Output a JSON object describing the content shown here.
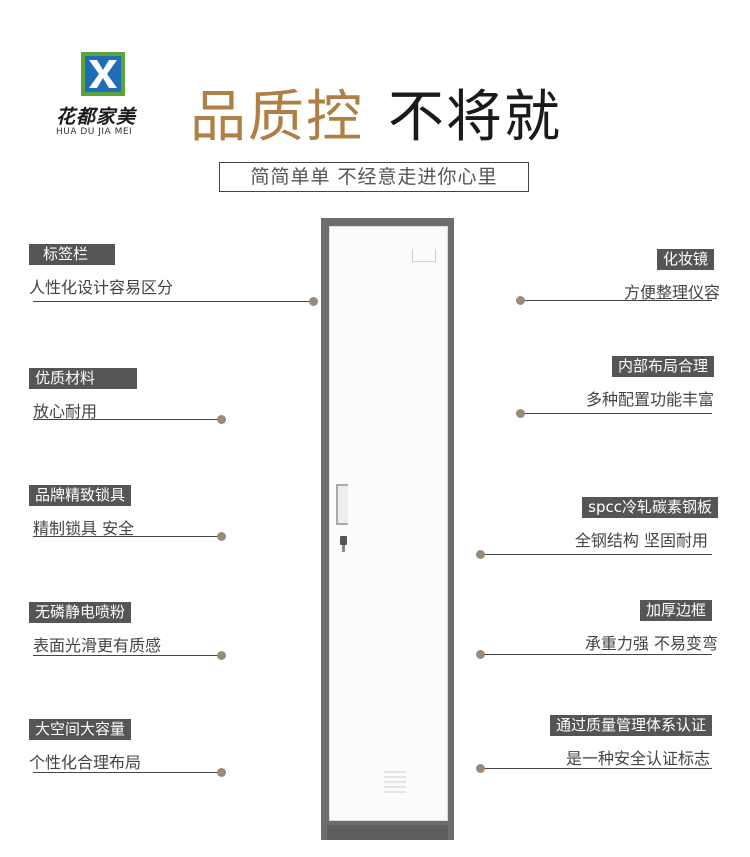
{
  "brand": {
    "name_cn": "花都家美",
    "name_en": "HUA DU JIA MEI",
    "logo_icon": "hdjm-logo-icon",
    "colors": {
      "logo_green": "#5aa53c",
      "logo_blue": "#1f6db5"
    }
  },
  "headline": {
    "part1": "品质控",
    "part2": "不将就",
    "part1_color": "#b07f45",
    "part2_color": "#1a1a1a"
  },
  "subtitle": "简简单单 不经意走进你心里",
  "cabinet": {
    "body_color": "#6d6d6d",
    "door_color": "#fbfbfb"
  },
  "features_left": [
    {
      "label": "标签栏",
      "desc": "人性化设计容易区分"
    },
    {
      "label": "优质材料",
      "desc": "放心耐用"
    },
    {
      "label": "品牌精致锁具",
      "desc": "精制锁具 安全"
    },
    {
      "label": "无磷静电喷粉",
      "desc": "表面光滑更有质感"
    },
    {
      "label": "大空间大容量",
      "desc": "个性化合理布局"
    }
  ],
  "features_right": [
    {
      "label": "化妆镜",
      "desc": "方便整理仪容"
    },
    {
      "label": "内部布局合理",
      "desc": "多种配置功能丰富"
    },
    {
      "label": "spcc冷轧碳素钢板",
      "desc": "全钢结构 坚固耐用"
    },
    {
      "label": "加厚边框",
      "desc": "承重力强 不易变弯"
    },
    {
      "label": "通过质量管理体系认证",
      "desc": "是一种安全认证标志"
    }
  ]
}
